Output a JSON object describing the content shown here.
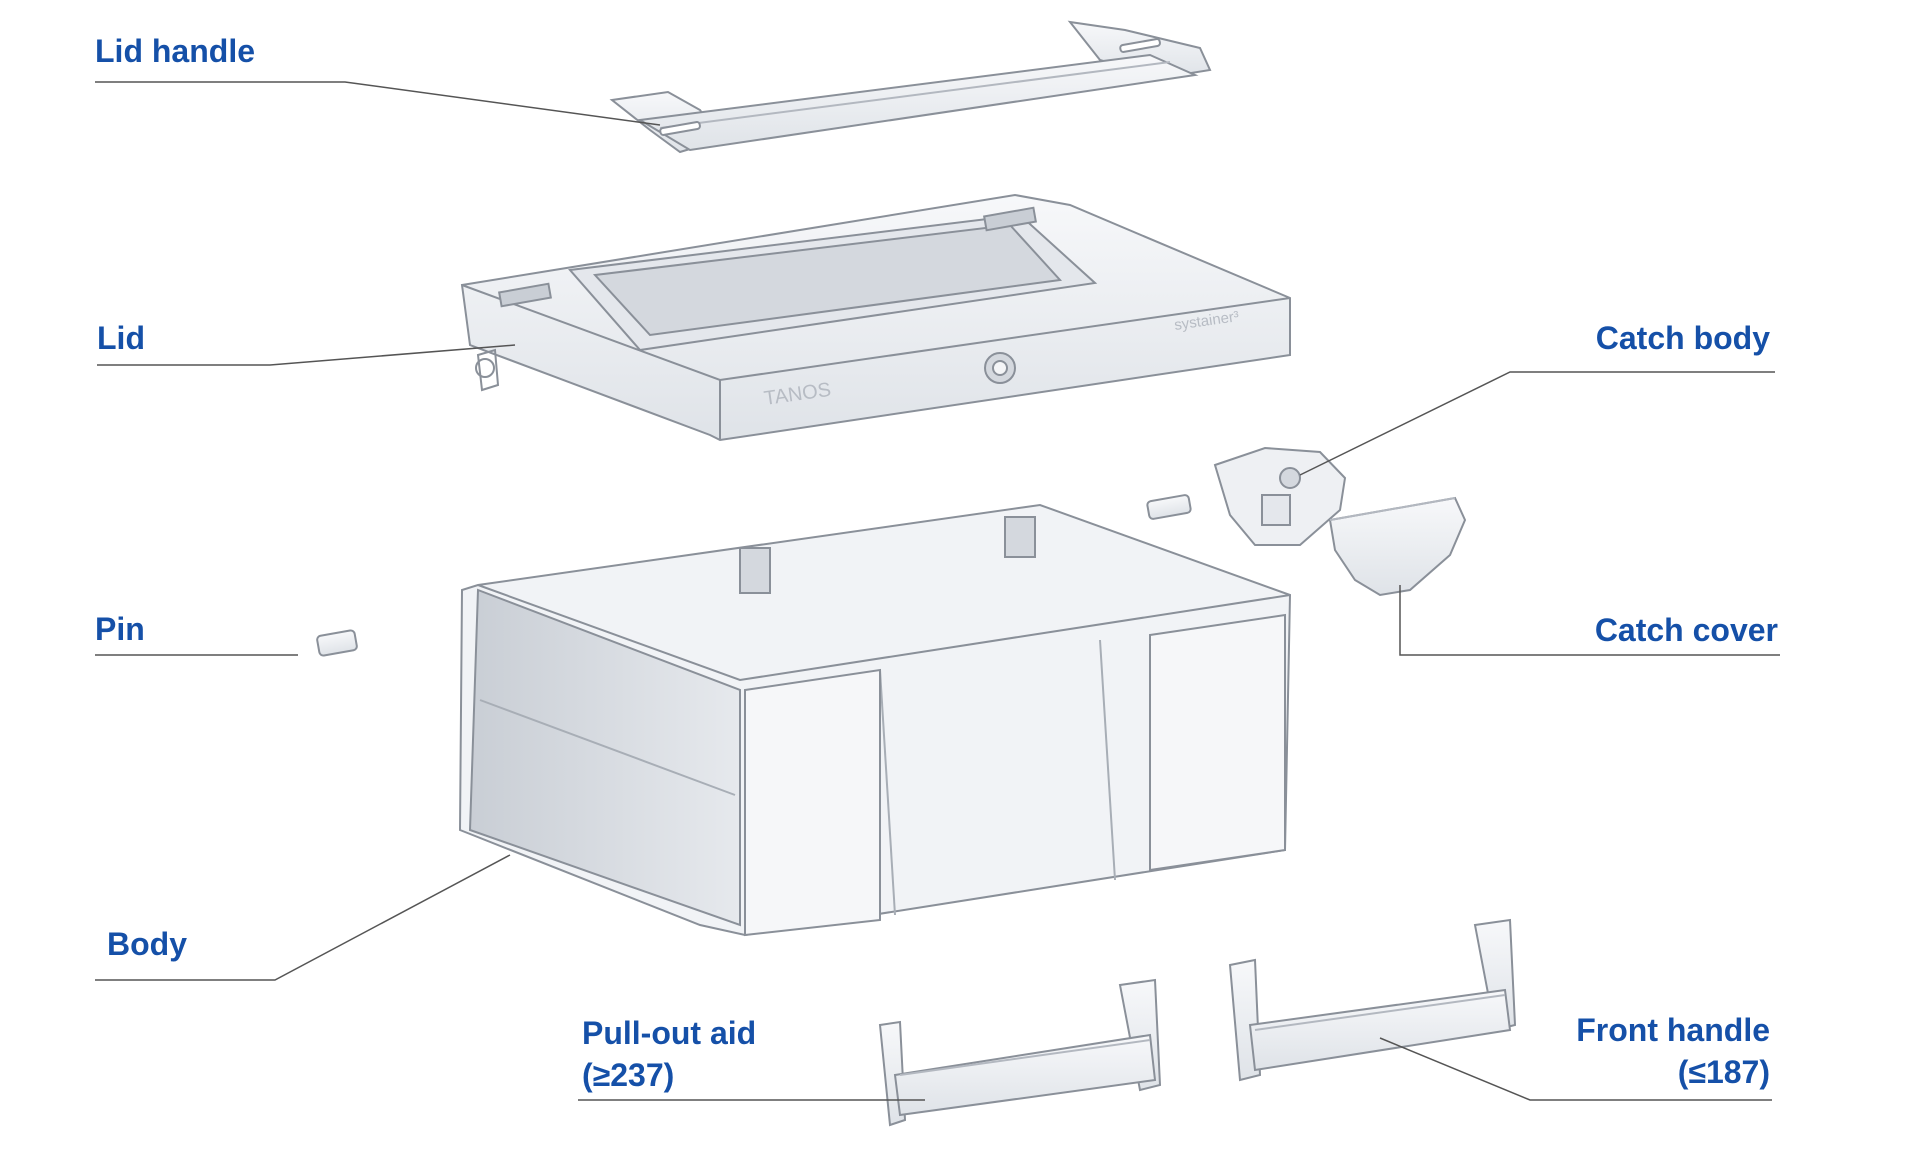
{
  "labels": {
    "lid_handle": "Lid handle",
    "lid": "Lid",
    "pin": "Pin",
    "body": "Body",
    "pull_out_aid": [
      "Pull-out aid",
      "(≥237)"
    ],
    "catch_body": "Catch body",
    "catch_cover": "Catch cover",
    "front_handle": [
      "Front handle",
      "(≤187)"
    ]
  },
  "embossed_text": {
    "brand": "TANOS",
    "product": "systainer³"
  },
  "colors": {
    "label": "#1550a8",
    "leader": "#555555",
    "part_fill": "#eef0f3",
    "part_shade": "#d4d8de",
    "part_stroke": "#8a9099"
  }
}
